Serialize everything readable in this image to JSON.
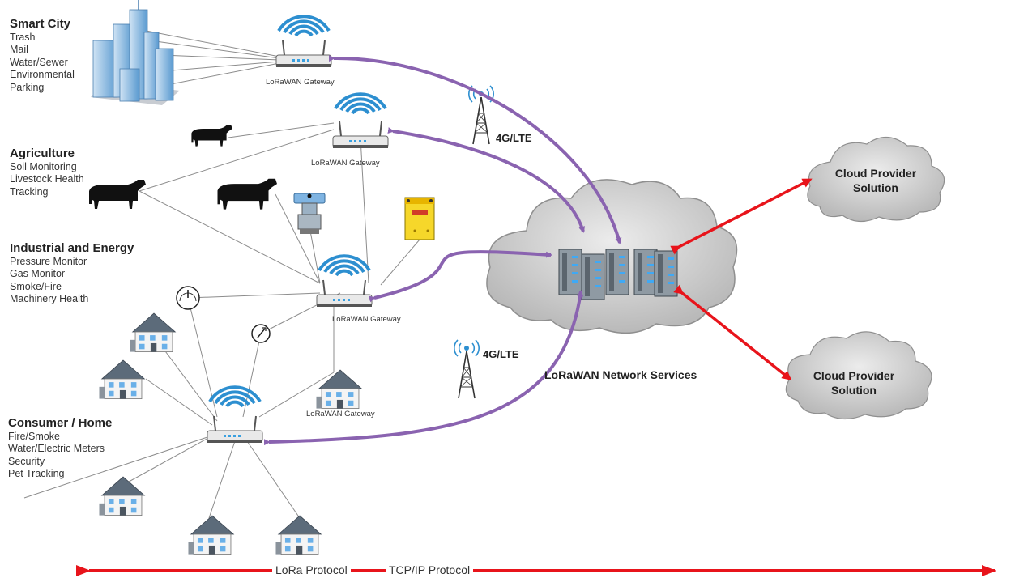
{
  "categories": [
    {
      "title": "Smart City",
      "items": [
        "Trash",
        "Mail",
        "Water/Sewer",
        "Environmental",
        "Parking"
      ]
    },
    {
      "title": "Agriculture",
      "items": [
        "Soil Monitoring",
        "Livestock Health",
        "Tracking"
      ]
    },
    {
      "title": "Industrial and Energy",
      "items": [
        "Pressure Monitor",
        "Gas Monitor",
        "Smoke/Fire",
        "Machinery Health"
      ]
    },
    {
      "title": "Consumer / Home",
      "items": [
        "Fire/Smoke",
        "Water/Electric Meters",
        "Security",
        "Pet Tracking"
      ]
    }
  ],
  "gateways": {
    "label": "LoRaWAN Gateway"
  },
  "towers": {
    "label": "4G/LTE"
  },
  "network": {
    "label": "LoRaWAN Network Services"
  },
  "cloud_providers": [
    {
      "line1": "Cloud Provider",
      "line2": "Solution"
    },
    {
      "line1": "Cloud Provider",
      "line2": "Solution"
    }
  ],
  "protocols": {
    "lora": "LoRa Protocol",
    "tcpip": "TCP/IP Protocol"
  },
  "colors": {
    "backhaul_arrow": "#8a63b0",
    "cloud_arrow": "#e8141b",
    "protocol_arrow": "#e8141b",
    "wifi_arc": "#2d8fd0",
    "cloud_fill": "#d4d4d4"
  }
}
